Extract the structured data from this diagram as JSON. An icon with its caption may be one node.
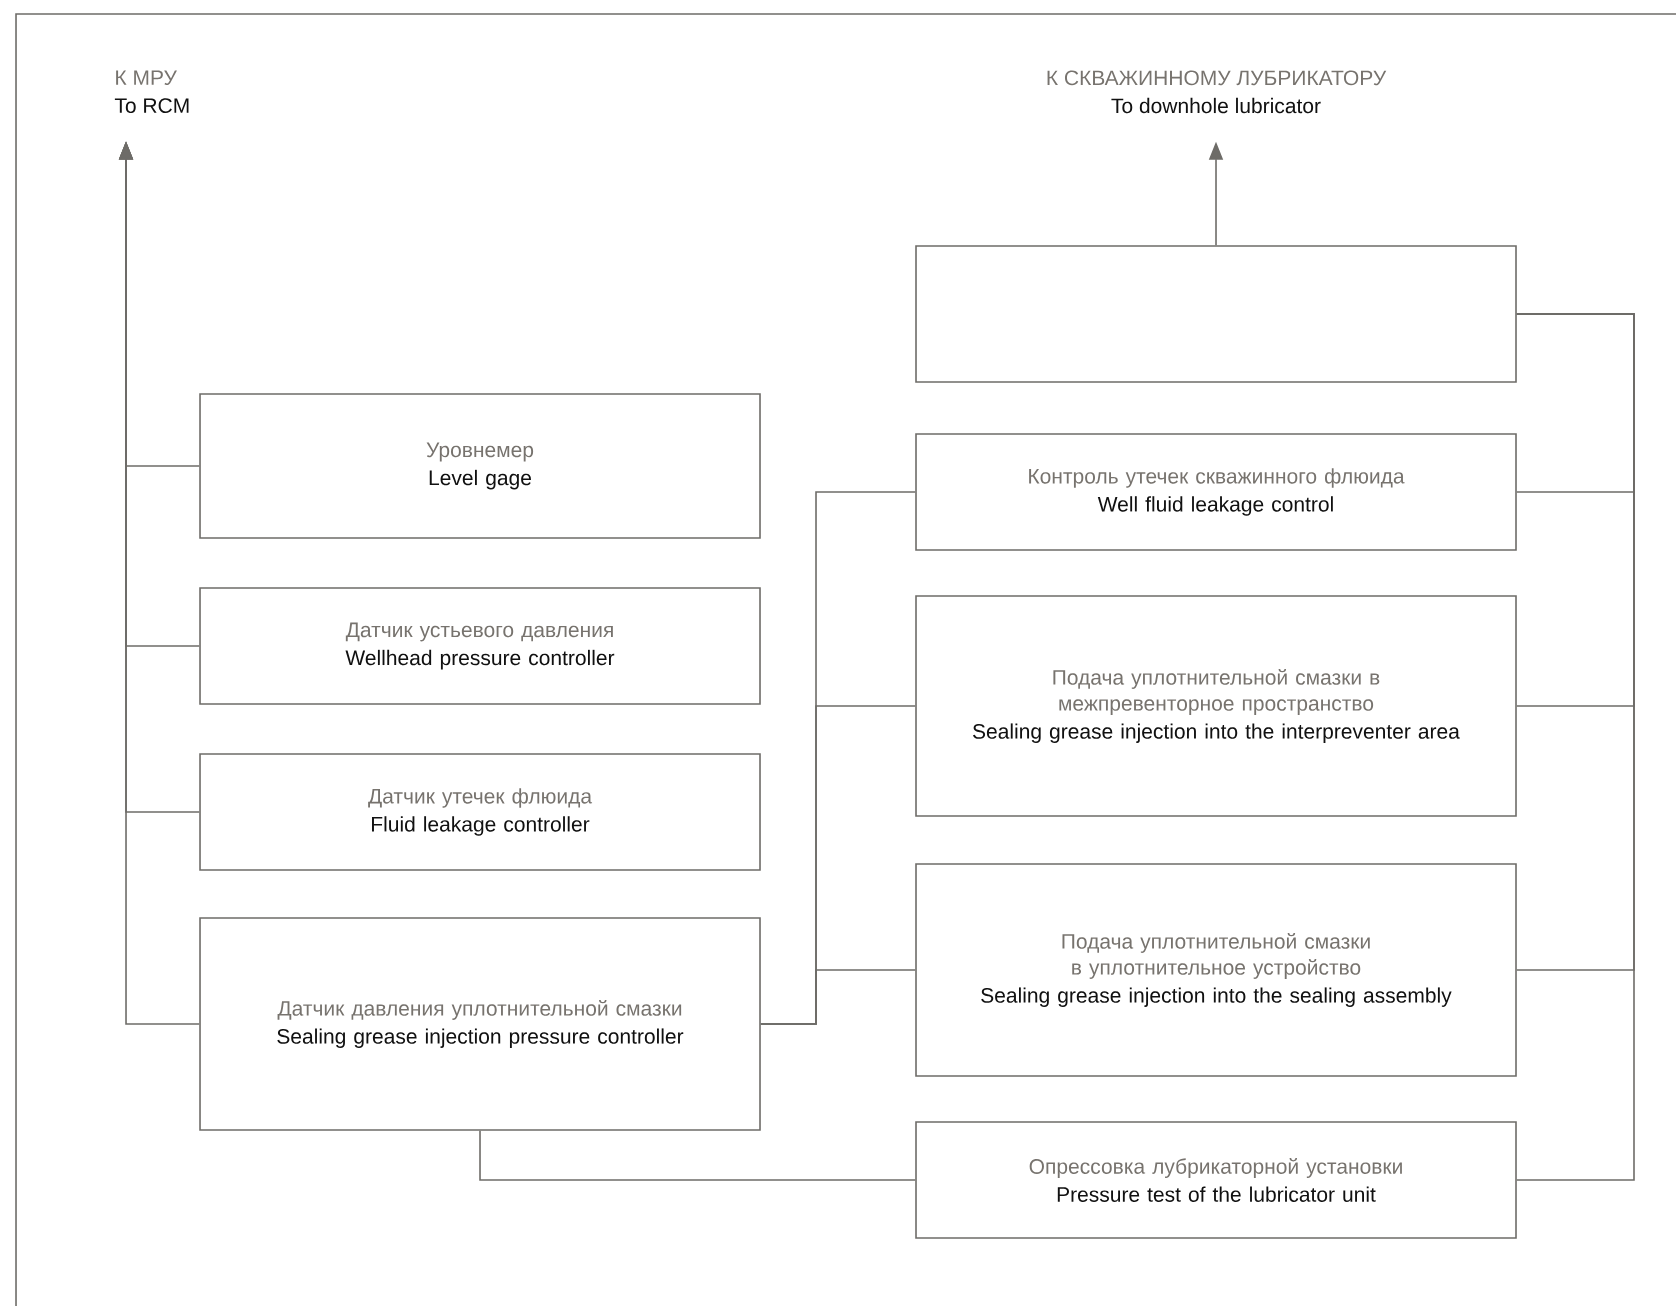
{
  "diagram": {
    "nodes": [
      {
        "text": [
          "К МРУ",
          "To RCM"
        ]
      },
      {
        "text": [
          "К СКВАЖИННОМУ ЛУБРИКАТОРУ",
          "To downhole lubricator"
        ]
      },
      {
        "text": [],
        "shape": "box"
      },
      {
        "text": [
          "Уровнемер",
          "Level gage"
        ]
      },
      {
        "text": [
          "Датчик устьевого давления",
          "Wellhead pressure controller"
        ]
      },
      {
        "text": [
          "Датчик утечек флюида",
          "Fluid leakage controller"
        ]
      },
      {
        "text": [
          "Датчик давления уплотнительной смазки",
          "Sealing grease injection pressure controller"
        ]
      },
      {
        "text": [
          "Контроль утечек скважинного флюида",
          "Well fluid leakage control"
        ]
      },
      {
        "text": [
          "Подача уплотнительной смазки в межпревенторное пространство",
          "Sealing grease injection into the interpreventer area"
        ]
      },
      {
        "text": [
          "Подача уплотнительной смазки в уплотнительное устройство",
          "Sealing grease injection into the sealing assembly"
        ]
      },
      {
        "text": [
          "Опрессовка лубрикаторной установки",
          "Pressure test of the lubricator unit"
        ]
      }
    ],
    "edges": [
      {
        "from": 3,
        "to": 0,
        "arrow": "to"
      },
      {
        "from": 4,
        "to": 0,
        "arrow": "to"
      },
      {
        "from": 5,
        "to": 0,
        "arrow": "to"
      },
      {
        "from": 6,
        "to": 0,
        "arrow": "to"
      },
      {
        "from": 2,
        "to": 1,
        "arrow": "to"
      },
      {
        "from": 6,
        "to": 7,
        "arrow": "none"
      },
      {
        "from": 6,
        "to": 8,
        "arrow": "none"
      },
      {
        "from": 6,
        "to": 9,
        "arrow": "none"
      },
      {
        "from": 6,
        "to": 10,
        "arrow": "none"
      },
      {
        "from": 7,
        "to": 2,
        "arrow": "none"
      },
      {
        "from": 8,
        "to": 2,
        "arrow": "none"
      },
      {
        "from": 9,
        "to": 2,
        "arrow": "none"
      },
      {
        "from": 10,
        "to": 2,
        "arrow": "none"
      }
    ]
  }
}
